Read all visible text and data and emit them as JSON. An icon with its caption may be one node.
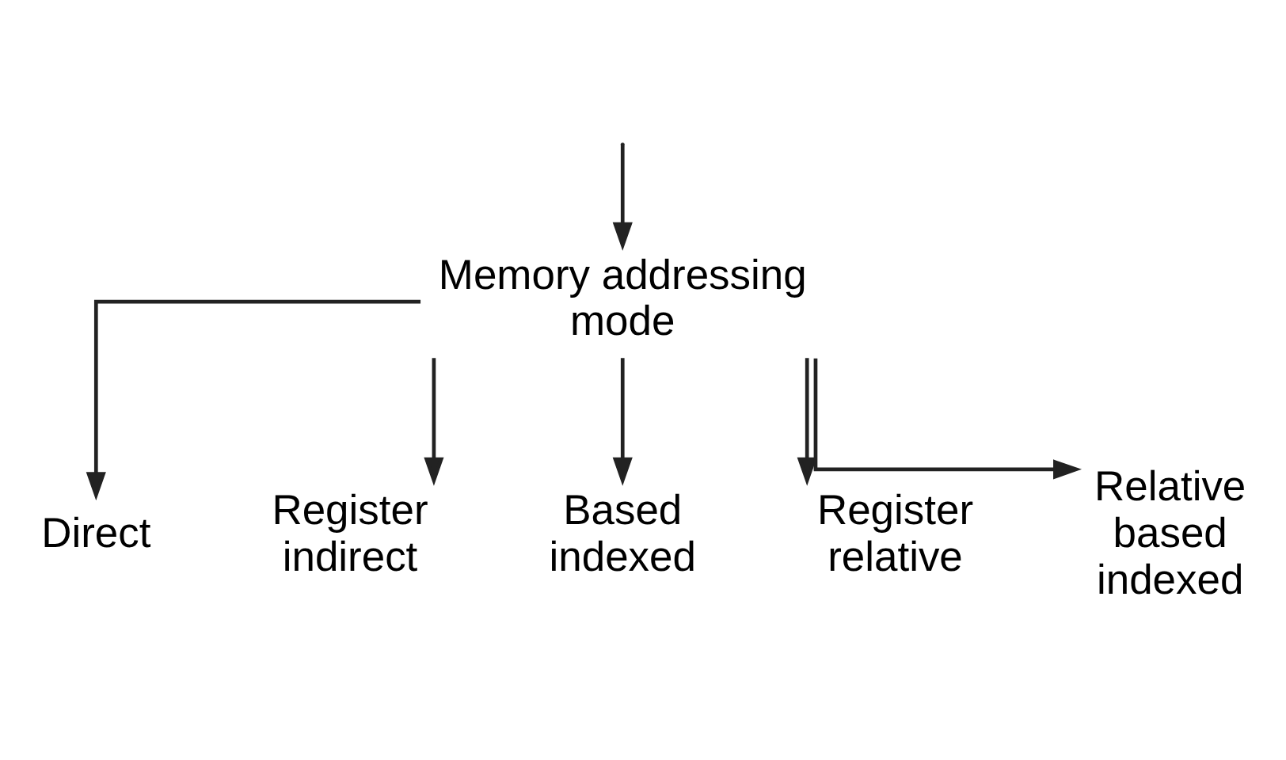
{
  "diagram": {
    "nodes": [
      {
        "text": [
          "Memory addressing mode"
        ]
      },
      {
        "text": [
          "Direct"
        ]
      },
      {
        "text": [
          "Register indirect"
        ]
      },
      {
        "text": [
          "Based indexed"
        ]
      },
      {
        "text": [
          "Register relative"
        ]
      },
      {
        "text": [
          "Relative based indexed"
        ]
      }
    ],
    "edges": [
      {
        "from": null,
        "to": 0,
        "arrow": "to"
      },
      {
        "from": 0,
        "to": 1,
        "arrow": "to"
      },
      {
        "from": 0,
        "to": 2,
        "arrow": "to"
      },
      {
        "from": 0,
        "to": 3,
        "arrow": "to"
      },
      {
        "from": 0,
        "to": 4,
        "arrow": "to"
      },
      {
        "from": 0,
        "to": 5,
        "arrow": "to"
      }
    ]
  }
}
